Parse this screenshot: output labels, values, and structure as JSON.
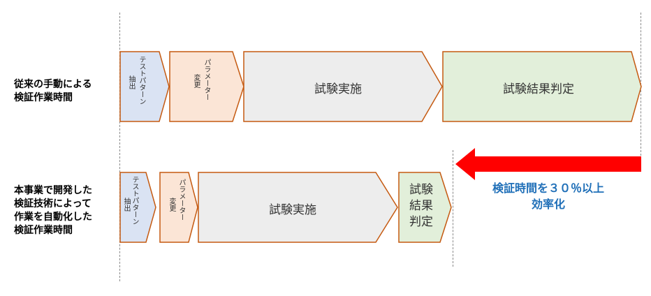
{
  "rows": [
    {
      "label": "従来の手動による\n検証作業時間",
      "steps": [
        {
          "text_a": "テストパターン",
          "text_b": "抽出"
        },
        {
          "text_a": "パラメーター",
          "text_b": "変更"
        },
        {
          "text": "試験実施"
        },
        {
          "text": "試験結果判定"
        }
      ]
    },
    {
      "label": "本事業で開発した\n検証技術によって\n作業を自動化した\n検証作業時間",
      "steps": [
        {
          "text_a": "テストパターン",
          "text_b": "抽出"
        },
        {
          "text_a": "パラメーター",
          "text_b": "変更"
        },
        {
          "text": "試験実施"
        },
        {
          "text": "試験\n結果\n判定"
        }
      ]
    }
  ],
  "result": {
    "text": "検証時間を３０％以上\n効率化",
    "color": "#1f6fb8"
  },
  "colors": {
    "extract_fill": "#dae3f3",
    "param_fill": "#fbe5d6",
    "run_fill": "#ededed",
    "judge_fill": "#e2efda",
    "outline": "#c55a11",
    "arrow": "#ff0000"
  }
}
